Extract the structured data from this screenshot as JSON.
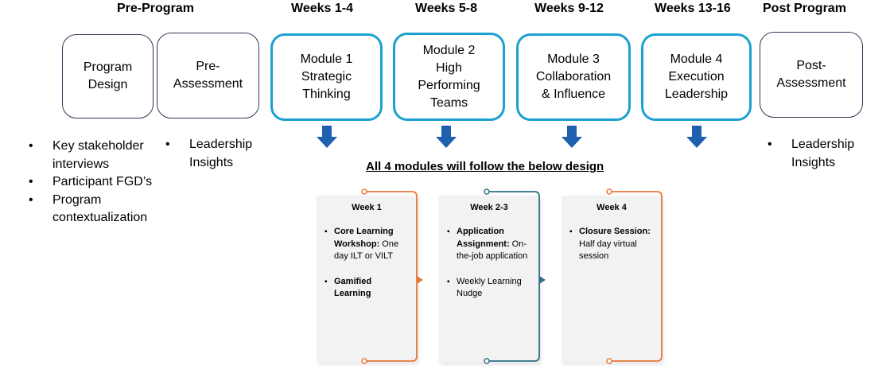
{
  "headers": [
    "Pre-Program",
    "Weeks 1-4",
    "Weeks 5-8",
    "Weeks 9-12",
    "Weeks 13-16",
    "Post Program"
  ],
  "boxes": {
    "program_design": [
      "Program",
      "Design"
    ],
    "pre_assessment": [
      "Pre-",
      "Assessment"
    ],
    "module1": [
      "Module 1",
      "Strategic",
      "Thinking"
    ],
    "module2": [
      "Module 2",
      "High",
      "Performing",
      "Teams"
    ],
    "module3": [
      "Module 3",
      "Collaboration",
      "& Influence"
    ],
    "module4": [
      "Module 4",
      "Execution",
      "Leadership"
    ],
    "post_assessment": [
      "Post-",
      "Assessment"
    ]
  },
  "pre_program_bullets": [
    "Key stakeholder interviews",
    "Participant FGD’s",
    "Program contextualization"
  ],
  "pre_assessment_bullets": [
    "Leadership Insights"
  ],
  "post_assessment_bullets": [
    "Leadership Insights"
  ],
  "design_title": "All 4 modules will follow the below design",
  "cards": [
    {
      "title": "Week 1",
      "points": [
        {
          "bold": "Core Learning Workshop:",
          "text": " One day ILT or VILT"
        },
        {
          "bold": "Gamified Learning",
          "text": ""
        }
      ]
    },
    {
      "title": "Week 2-3",
      "points": [
        {
          "bold": "Application Assignment:",
          "text": " On-the-job application"
        },
        {
          "bold": "",
          "text": "Weekly Learning Nudge"
        }
      ]
    },
    {
      "title": "Week 4",
      "points": [
        {
          "bold": "Closure Session:",
          "text": " Half day virtual session"
        }
      ]
    }
  ],
  "colors": {
    "module_border": "#1ba0d2",
    "plain_border": "#2c3a55",
    "arrow": "#1f5fb0",
    "orange": "#e8773a",
    "teal": "#2e6f86"
  }
}
